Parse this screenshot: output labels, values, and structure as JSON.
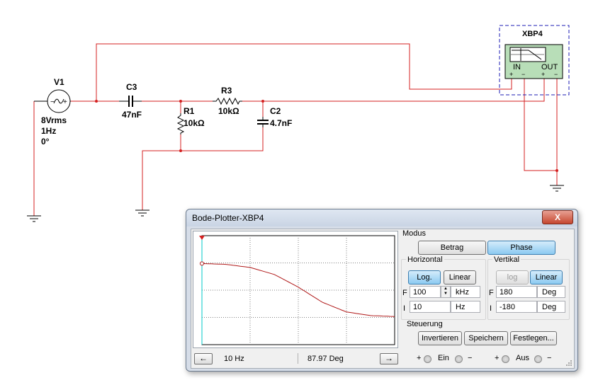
{
  "schematic": {
    "source": {
      "name": "V1",
      "value1": "8Vrms",
      "value2": "1Hz",
      "value3": "0°"
    },
    "c3": {
      "name": "C3",
      "value": "47nF"
    },
    "r1": {
      "name": "R1",
      "value": "10kΩ"
    },
    "r3": {
      "name": "R3",
      "value": "10kΩ"
    },
    "c2": {
      "name": "C2",
      "value": "4.7nF"
    },
    "plotter": {
      "name": "XBP4",
      "in_label": "IN",
      "out_label": "OUT"
    },
    "colors": {
      "wire": "#d42020",
      "plotter_border": "#1c1cb4",
      "plotter_fill": "#b8deb8"
    }
  },
  "window": {
    "title": "Bode-Plotter-XBP4",
    "close_label": "X",
    "modus": {
      "label": "Modus",
      "betrag_label": "Betrag",
      "phase_label": "Phase",
      "active": "Phase"
    },
    "horizontal": {
      "label": "Horizontal",
      "log_label": "Log.",
      "linear_label": "Linear",
      "active": "Log.",
      "f_label": "F",
      "f_value": "100",
      "f_unit": "kHz",
      "i_label": "I",
      "i_value": "10",
      "i_unit": "Hz"
    },
    "vertical": {
      "label": "Vertikal",
      "log_label": "log",
      "linear_label": "Linear",
      "active": "Linear",
      "f_label": "F",
      "f_value": "180",
      "f_unit": "Deg",
      "i_label": "I",
      "i_value": "-180",
      "i_unit": "Deg"
    },
    "steuerung": {
      "label": "Steuerung",
      "invert_label": "Invertieren",
      "save_label": "Speichern",
      "set_label": "Festlegen..."
    },
    "status": {
      "left_arrow": "←",
      "right_arrow": "→",
      "freq_readout": "10  Hz",
      "value_readout": "87.97 Deg"
    },
    "terminals": {
      "plus_label": "+",
      "minus_label": "−",
      "ein_label": "Ein",
      "aus_label": "Aus"
    },
    "trace_color": "#b01818",
    "cursor_color": "#00c8c8"
  },
  "chart_data": {
    "type": "line",
    "title": "",
    "xlabel": "",
    "ylabel": "",
    "x_scale": "log",
    "xlim": [
      10,
      100000
    ],
    "ylim": [
      -180,
      180
    ],
    "grid": true,
    "series": [
      {
        "x": [
          10,
          31.6,
          100,
          316,
          1000,
          3160,
          10000,
          31600,
          100000
        ],
        "values": [
          87.97,
          85.2,
          75.0,
          52.0,
          10.0,
          -40.0,
          -72.0,
          -84.0,
          -87.0
        ]
      }
    ]
  }
}
